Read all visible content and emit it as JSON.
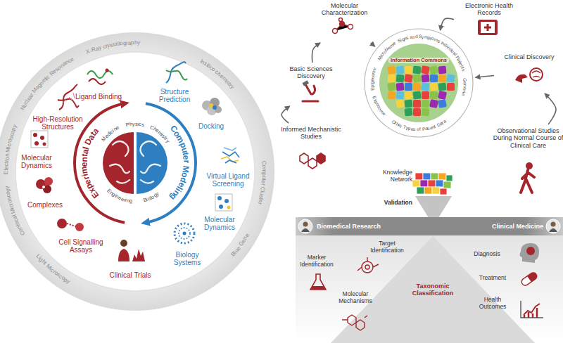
{
  "diagram": {
    "nodes": [
      {
        "text": [
          "Experimental Data",
          "Computer Modeling",
          "Medicine",
          "Physics",
          "Chemistry",
          "Engineering",
          "Biology"
        ]
      },
      {
        "text": [
          "Information Commons",
          "Microbiome",
          "Signs and Symptoms",
          "Individual Patients",
          "Genome",
          "Other Types of Patient Data",
          "Exposome",
          "Epigenome"
        ]
      },
      {
        "text": [
          "Molecular Characterization"
        ]
      },
      {
        "text": [
          "Electronic Health Records"
        ]
      },
      {
        "text": [
          "Basic Sciences Discovery"
        ]
      },
      {
        "text": [
          "Clinical Discovery"
        ]
      },
      {
        "text": [
          "Informed Mechanistic Studies"
        ]
      },
      {
        "text": [
          "Observational Studies During Normal Course of Clinical Care"
        ]
      },
      {
        "text": [
          "Knowledge Network"
        ]
      },
      {
        "text": [
          "Validation"
        ]
      },
      {
        "text": [
          "Biomedical Research",
          "Clinical Medicine"
        ]
      }
    ],
    "edges": [
      {
        "from": 4,
        "to": 2,
        "arrow": "to"
      },
      {
        "from": 2,
        "to": 1,
        "arrow": "to"
      },
      {
        "from": 3,
        "to": 1,
        "arrow": "to"
      },
      {
        "from": 5,
        "to": 1,
        "arrow": "to"
      },
      {
        "from": 7,
        "to": 5,
        "arrow": "to"
      },
      {
        "from": 6,
        "to": 4,
        "arrow": "to"
      }
    ],
    "labels": [
      "X-Ray crystallography",
      "Nuclear Magnetic Resonance",
      "Electron Microscopy",
      "Confocal Microscopy",
      "Light Microscopy",
      "Insilico chemistry",
      "Computer Cluster",
      "Blue Gene",
      "Ligand Binding",
      "High-Resolution Structures",
      "Structure Prediction",
      "Docking",
      "Molecular Dynamics",
      "Virtual Ligand Screening",
      "Complexes",
      "Molecular Dynamics",
      "Cell Signalling Assays",
      "Biology Systems",
      "Clinical Trials",
      "Marker Identification",
      "Target Identification",
      "Molecular Mechanisms",
      "Taxonomic Classification",
      "Diagnosis",
      "Treatment",
      "Health Outcomes"
    ]
  }
}
